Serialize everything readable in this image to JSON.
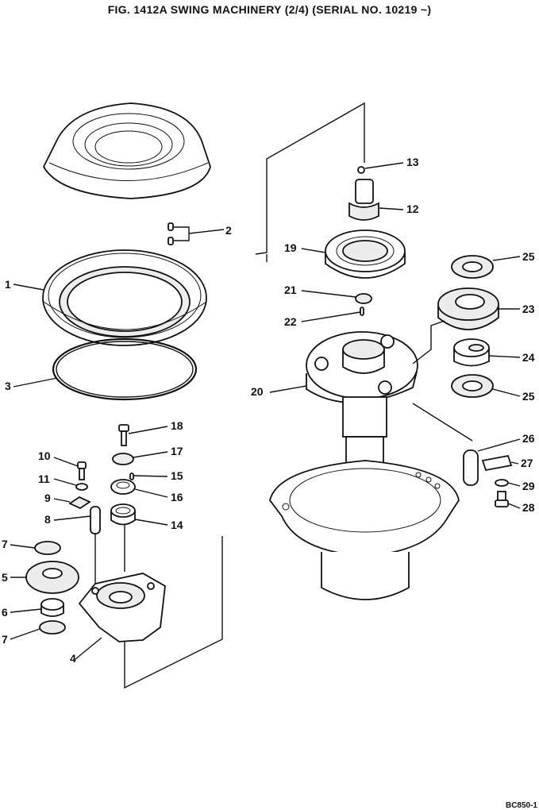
{
  "title": "FIG. 1412A   SWING MACHINERY (2/4) (SERIAL NO. 10219 ~)",
  "corner_code": "BC850-1",
  "callouts": [
    "1",
    "2",
    "3",
    "4",
    "5",
    "6",
    "7",
    "7",
    "8",
    "9",
    "10",
    "11",
    "12",
    "13",
    "14",
    "15",
    "16",
    "17",
    "18",
    "19",
    "20",
    "21",
    "22",
    "23",
    "24",
    "25",
    "25",
    "26",
    "27",
    "28",
    "29"
  ]
}
